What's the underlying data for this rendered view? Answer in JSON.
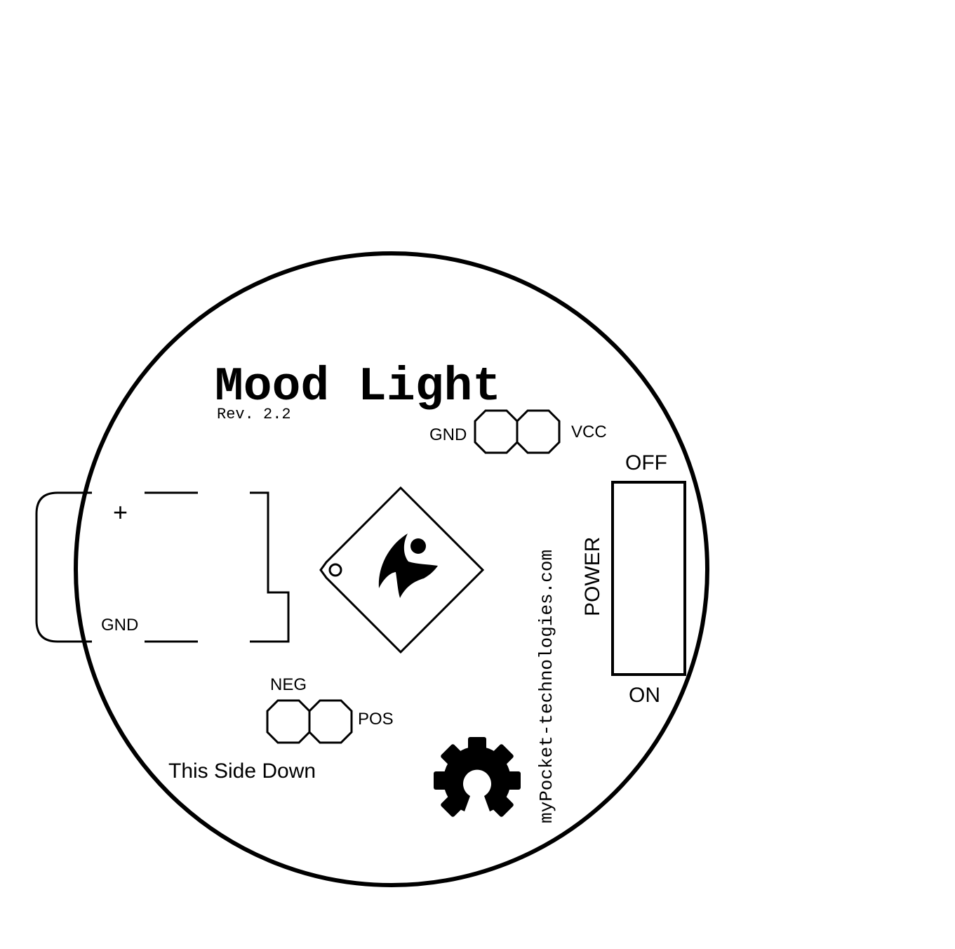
{
  "board": {
    "title": "Mood Light",
    "revision": "Rev. 2.2",
    "website": "myPocket-technologies.com",
    "orientation_note": "This Side Down"
  },
  "header_vcc": {
    "left_label": "GND",
    "right_label": "VCC"
  },
  "battery": {
    "plus_label": "+",
    "gnd_label": "GND"
  },
  "header_power": {
    "left_label": "NEG",
    "right_label": "POS"
  },
  "power_switch": {
    "title": "POWER",
    "off_label": "OFF",
    "on_label": "ON"
  },
  "icons": {
    "logo": "mypocket-figure-logo-icon",
    "open_hardware": "open-hardware-gear-icon"
  },
  "colors": {
    "ink": "#000000",
    "background": "#ffffff"
  }
}
